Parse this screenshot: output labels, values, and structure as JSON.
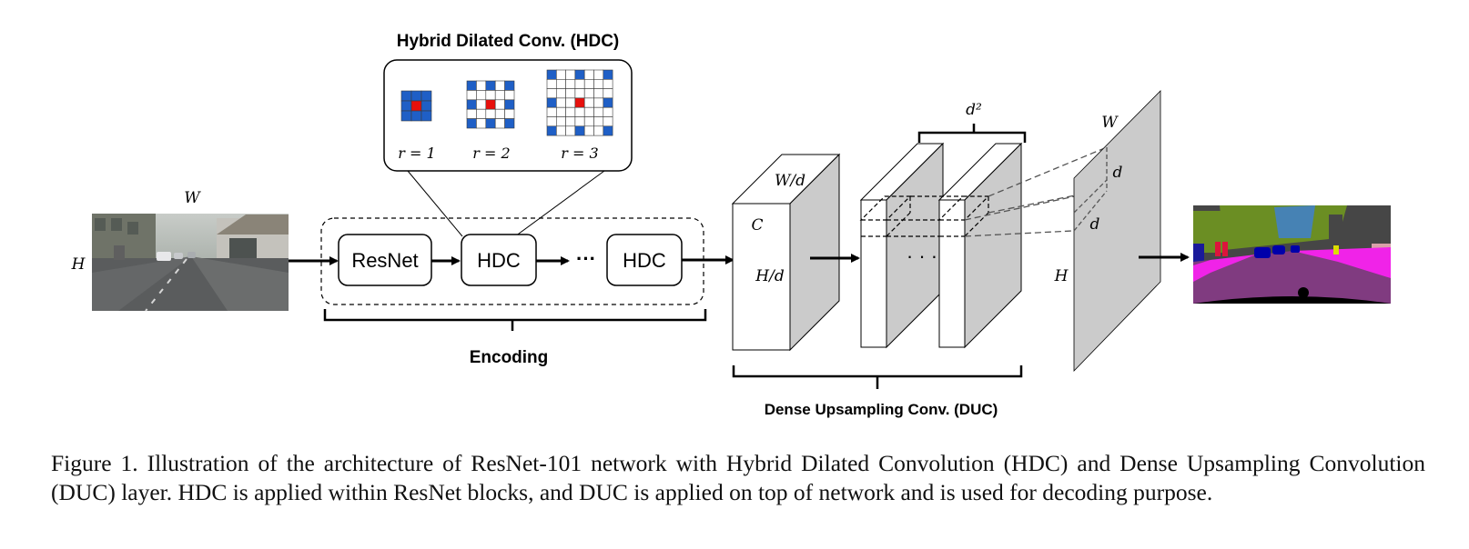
{
  "figure": {
    "hdc_title": "Hybrid Dilated Conv. (HDC)",
    "kernels": [
      {
        "label": "r = 1",
        "size": 3
      },
      {
        "label": "r = 2",
        "size": 5
      },
      {
        "label": "r = 3",
        "size": 7
      }
    ],
    "input_width_label": "W",
    "input_height_label": "H",
    "encoder_blocks": [
      "ResNet",
      "HDC",
      "HDC"
    ],
    "ellipsis": "···",
    "encoding_label": "Encoding",
    "feature_map": {
      "width": "W/d",
      "channels": "C",
      "height": "H/d"
    },
    "duc_ellipsis": "· · ·",
    "d2_label": "d²",
    "output_plane": {
      "w": "W",
      "d1": "d",
      "d2": "d",
      "h": "H"
    },
    "duc_label": "Dense Upsampling Conv. (DUC)",
    "colors": {
      "kernel_blue": "#1f5fc6",
      "kernel_red": "#e8100c",
      "face_gray": "#cbcbcb"
    }
  },
  "caption": "Figure 1. Illustration of the architecture of ResNet-101 network with Hybrid Dilated Convolution (HDC) and Dense Upsampling Convolution (DUC) layer. HDC is applied within ResNet blocks, and DUC is applied on top of network and is used for decoding purpose."
}
